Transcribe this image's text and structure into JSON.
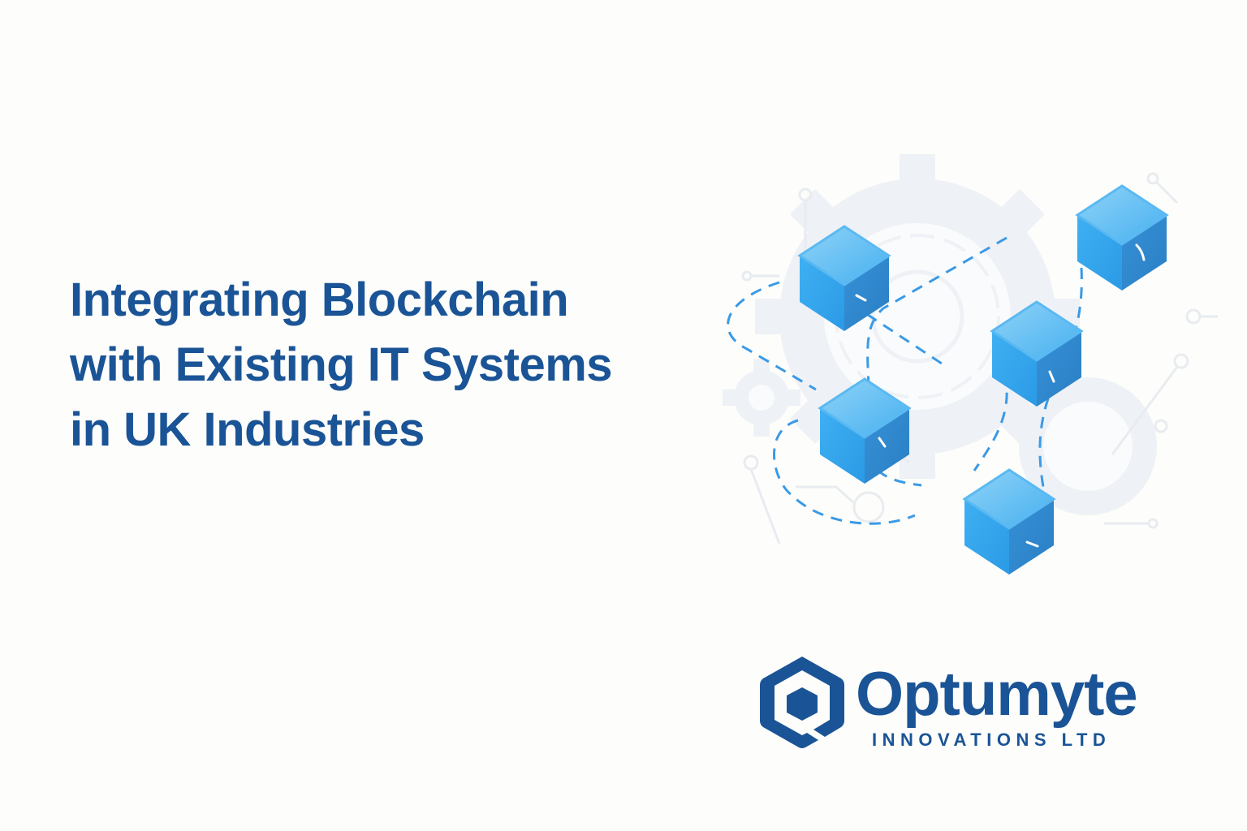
{
  "hero": {
    "title_lines": [
      "Integrating Blockchain",
      "with Existing IT Systems",
      "in UK Industries"
    ]
  },
  "illustration": {
    "description": "blockchain-network",
    "block_count": 5,
    "colors": {
      "cube_top": "#7fcaf3",
      "cube_left": "#37a6ee",
      "cube_right": "#2f87cc",
      "dashed_link": "#3a9ae6",
      "background_gear": "#eef2f6"
    }
  },
  "logo": {
    "name": "Optumyte",
    "subtitle": "INNOVATIONS LTD",
    "color": "#1a5496"
  },
  "colors": {
    "background": "#fdfdfb",
    "title": "#1a5496"
  }
}
